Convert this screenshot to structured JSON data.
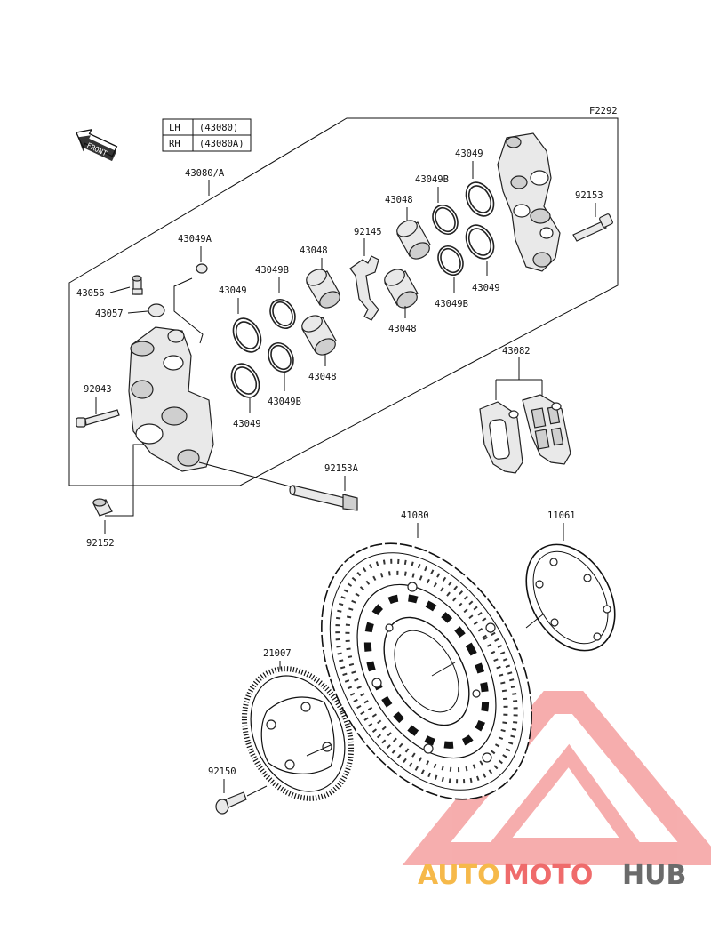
{
  "figure_code": "F2292",
  "front_badge": "FRONT",
  "variant_table": [
    {
      "side": "LH",
      "part": "(43080)"
    },
    {
      "side": "RH",
      "part": "(43080A)"
    }
  ],
  "parts": {
    "caliper_assembly": "43080/A",
    "washer_43049a": "43049A",
    "bleed_valve": "43056",
    "bleed_cap": "43057",
    "bolt_92043": "92043",
    "sleeve_92152": "92152",
    "piston_seal_left_top": "43049",
    "piston_seal_left_bottom": "43049",
    "dust_seal_left_top": "43049B",
    "dust_seal_left_bottom": "43049B",
    "piston_left_top": "43048",
    "piston_left_bottom": "43048",
    "pad_spring": "92145",
    "piston_right_top": "43048",
    "piston_right_bottom": "43048",
    "dust_seal_right_top": "43049B",
    "dust_seal_right_bottom": "43049B",
    "piston_seal_right_top": "43049",
    "piston_seal_right_bottom": "43049",
    "bolt_92153": "92153",
    "pin_92153a": "92153A",
    "brake_pads": "43082",
    "brake_disc": "41080",
    "gasket": "11061",
    "sensor_rotor": "21007",
    "screw_92150": "92150"
  },
  "watermark": {
    "text_part1": "AUTO",
    "text_part2": "MOTO",
    "text_part3": "HUB",
    "color1": "#f6b94a",
    "color2": "#ef6b6b",
    "color3": "#6b6b6b"
  }
}
